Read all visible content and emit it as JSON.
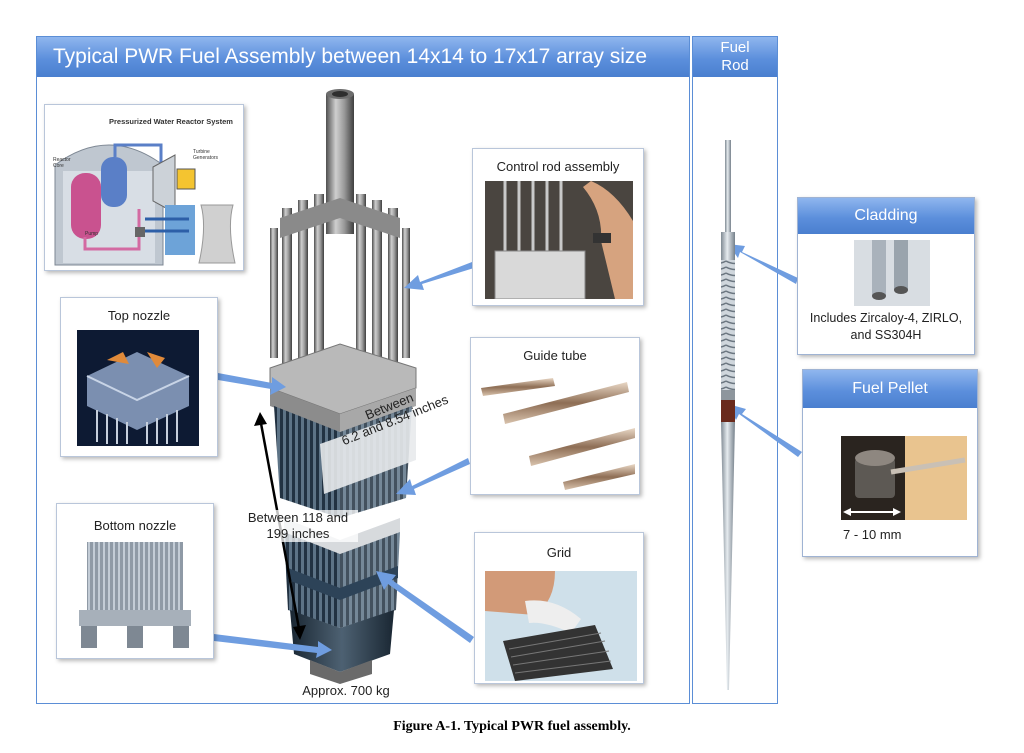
{
  "main_panel": {
    "title": "Typical PWR Fuel Assembly between 14x14 to 17x17 array size"
  },
  "fuel_rod_panel": {
    "title_line1": "Fuel",
    "title_line2": "Rod"
  },
  "pwr_system": {
    "title": "Pressurized Water Reactor System",
    "reactor_label": "Reactor Core",
    "pump_label": "Pump",
    "turbine_label": "Turbine Generators"
  },
  "cards": {
    "control_rod": "Control rod assembly",
    "top_nozzle": "Top nozzle",
    "guide_tube": "Guide tube",
    "bottom_nozzle": "Bottom nozzle",
    "grid": "Grid"
  },
  "measurements": {
    "width_line1": "Between",
    "width_line2": "6.2 and 8.54 inches",
    "height_line1": "Between 118 and",
    "height_line2": "199 inches",
    "weight": "Approx. 700 kg"
  },
  "cladding": {
    "title": "Cladding",
    "desc_line1": "Includes Zircaloy-4, ZIRLO,",
    "desc_line2": "and SS304H"
  },
  "fuel_pellet": {
    "title": "Fuel Pellet",
    "size": "7 - 10 mm"
  },
  "caption": "Figure A-1.  Typical PWR fuel assembly.",
  "colors": {
    "accent": "#5c8fdc",
    "arrow": "#6f9de0",
    "border": "#5b8ed6"
  }
}
